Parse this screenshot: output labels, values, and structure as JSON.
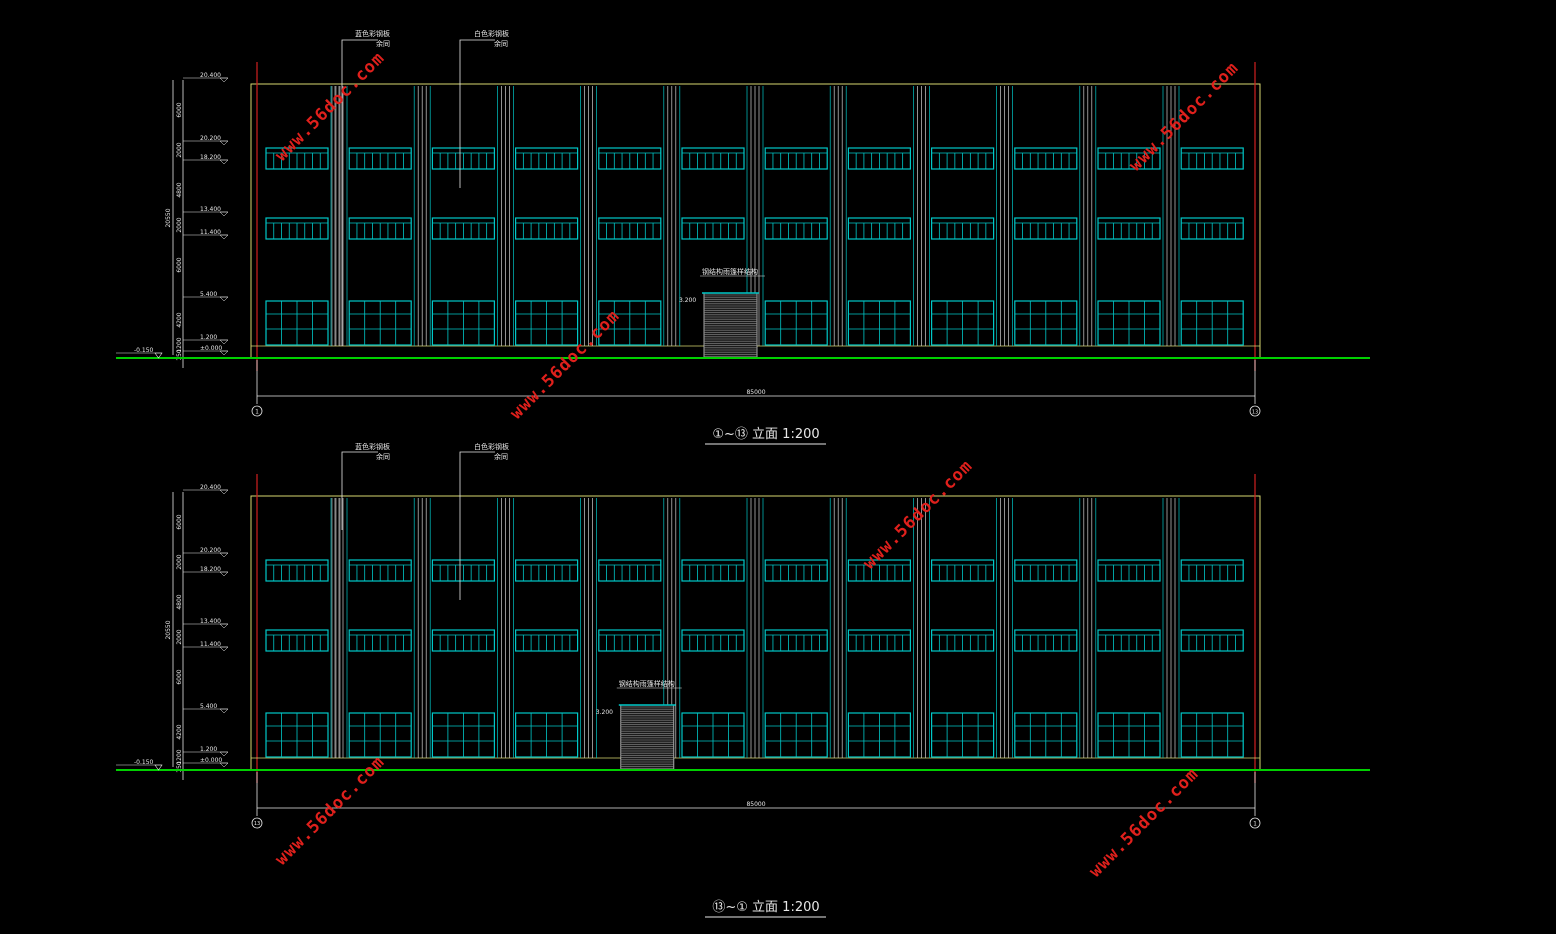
{
  "watermark": "www.56doc.com",
  "colors": {
    "background": "#000000",
    "outline": "#d8d870",
    "window": "#00c8c8",
    "pilaster": "#d0d0d0",
    "ground": "#00d000",
    "axis": "#d02020",
    "text": "#e8e8e8"
  },
  "elevations": [
    {
      "title": "①~⑬ 立面  1:200",
      "axis_left": "1",
      "axis_right": "13",
      "dimension": "85000",
      "total_height": "20550",
      "ground_level": "-0.150",
      "gate_note": "钢结构雨篷样结构",
      "gate_level": "3.200",
      "callouts": [
        {
          "line1": "蓝色彩钢板",
          "line2": "余同"
        },
        {
          "line1": "白色彩钢板",
          "line2": "余同"
        }
      ],
      "levels": [
        "20.400",
        "20.200",
        "18.200",
        "13.400",
        "11.400",
        "5.400",
        "1.200",
        "±0.000"
      ],
      "segments": [
        "6000",
        "2000",
        "4800",
        "2000",
        "6000",
        "4200",
        "1200",
        "150"
      ]
    },
    {
      "title": "⑬~① 立面  1:200",
      "axis_left": "13",
      "axis_right": "1",
      "dimension": "85000",
      "total_height": "20550",
      "ground_level": "-0.150",
      "gate_note": "钢结构雨篷样结构",
      "gate_level": "3.200",
      "callouts": [
        {
          "line1": "蓝色彩钢板",
          "line2": "余同"
        },
        {
          "line1": "白色彩钢板",
          "line2": "余同"
        }
      ],
      "levels": [
        "20.400",
        "20.200",
        "18.200",
        "13.400",
        "11.400",
        "5.400",
        "1.200",
        "±0.000"
      ],
      "segments": [
        "6000",
        "2000",
        "4800",
        "2000",
        "6000",
        "4200",
        "1200",
        "150"
      ]
    }
  ]
}
